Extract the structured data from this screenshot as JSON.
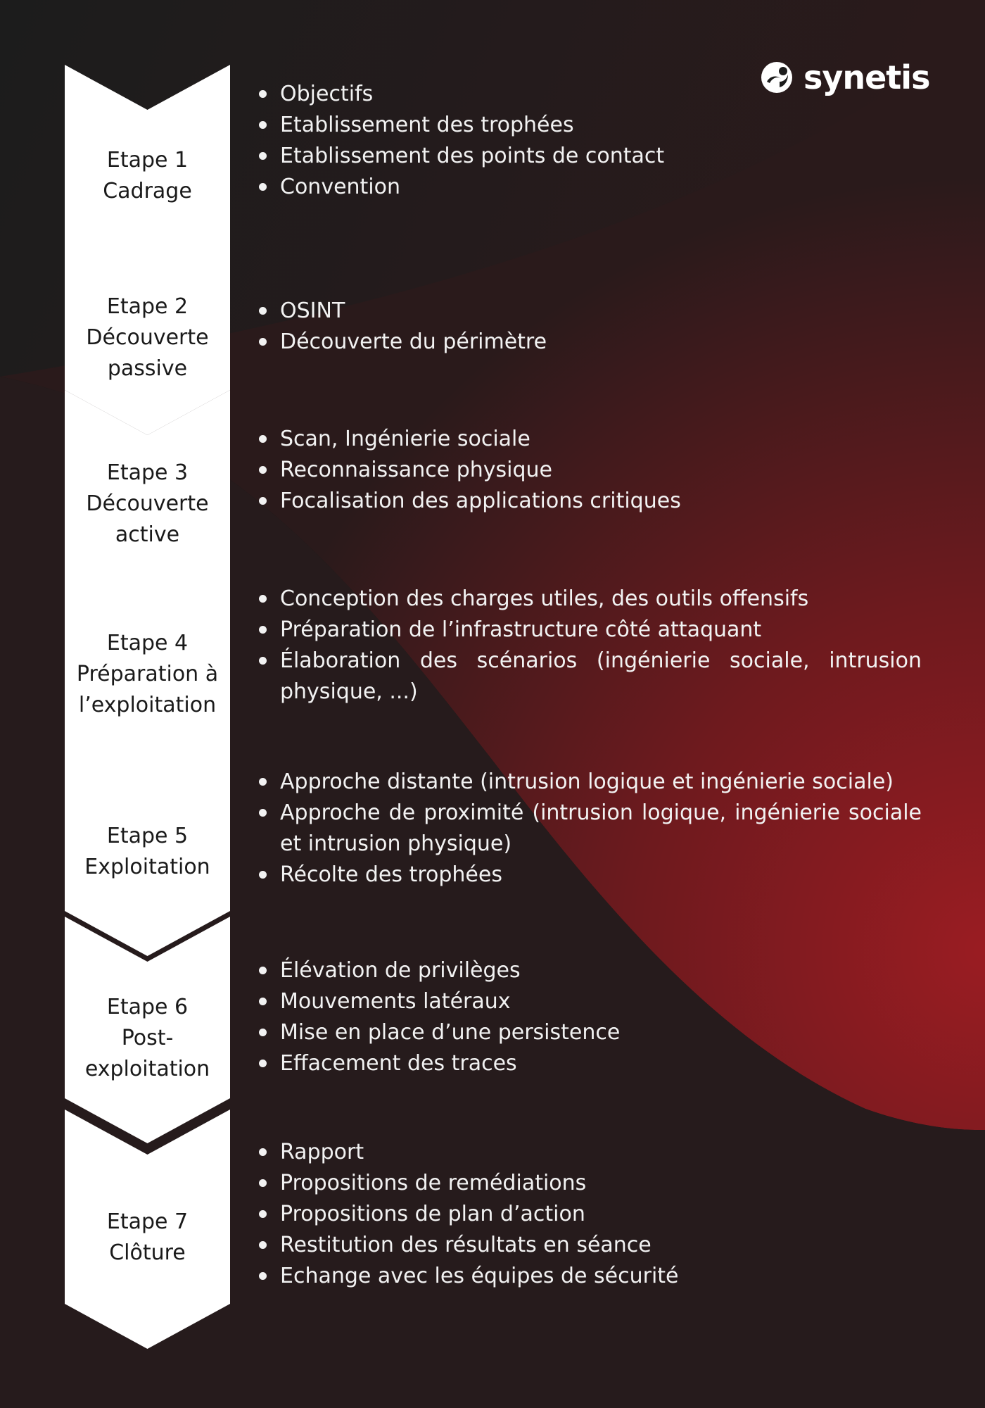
{
  "brand": {
    "name": "synetis",
    "accent_color": "#9a1c22",
    "background_color": "#1c1c1c",
    "logo_icon": "synetis-logo-icon"
  },
  "steps": [
    {
      "step": "Etape 1",
      "title_lines": [
        "Cadrage"
      ],
      "items": [
        "Objectifs",
        "Etablissement des trophées",
        "Etablissement des points de contact",
        "Convention"
      ]
    },
    {
      "step": "Etape 2",
      "title_lines": [
        "Découverte",
        "passive"
      ],
      "items": [
        "OSINT",
        "Découverte du périmètre"
      ]
    },
    {
      "step": "Etape 3",
      "title_lines": [
        "Découverte",
        "active"
      ],
      "items": [
        "Scan, Ingénierie sociale",
        "Reconnaissance physique",
        "Focalisation des applications critiques"
      ]
    },
    {
      "step": "Etape 4",
      "title_lines": [
        "Préparation à",
        "l’exploitation"
      ],
      "items": [
        "Conception des charges utiles, des outils offensifs",
        "Préparation de l’infrastructure côté attaquant",
        "Élaboration des scénarios (ingénierie sociale, intrusion physique, ...)"
      ]
    },
    {
      "step": "Etape 5",
      "title_lines": [
        "Exploitation"
      ],
      "items": [
        "Approche distante (intrusion logique et ingénierie sociale)",
        "Approche de proximité (intrusion logique, ingénierie sociale et intrusion physique)",
        "Récolte des trophées"
      ]
    },
    {
      "step": "Etape 6",
      "title_lines": [
        "Post-",
        "exploitation"
      ],
      "items": [
        "Élévation de privilèges",
        "Mouvements latéraux",
        "Mise en place d’une persistence",
        "Effacement des traces"
      ]
    },
    {
      "step": "Etape 7",
      "title_lines": [
        "Clôture"
      ],
      "items": [
        "Rapport",
        "Propositions de remédiations",
        "Propositions de plan d’action",
        "Restitution des résultats en séance",
        "Echange avec les équipes de sécurité"
      ]
    }
  ]
}
